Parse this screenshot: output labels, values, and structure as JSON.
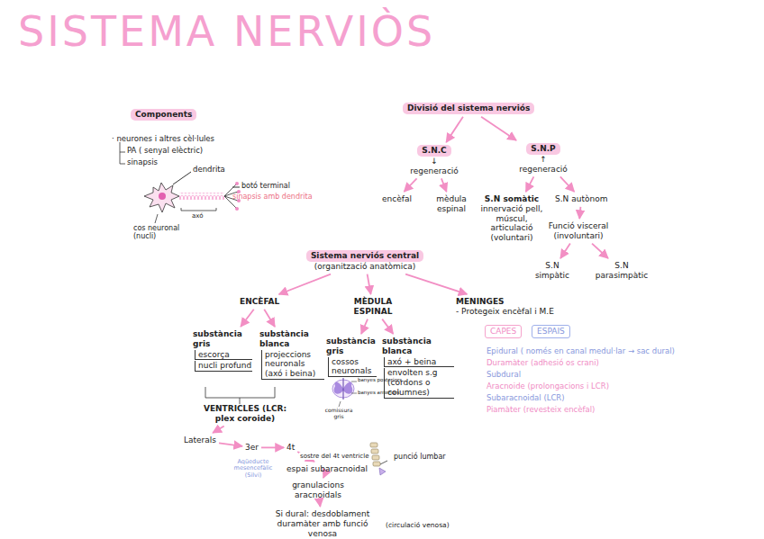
{
  "diagram": {
    "title": "SISTEMA NERVIÒS",
    "nodes": [
      {
        "text": [
          "Components"
        ]
      },
      {
        "text": [
          "Divisió del sistema nerviós"
        ]
      },
      {
        "text": [
          "S.N.C",
          "↓ regeneració"
        ]
      },
      {
        "text": [
          "S.N.P",
          "↑ regeneració"
        ]
      },
      {
        "text": [
          "encèfal"
        ]
      },
      {
        "text": [
          "mèdula espinal"
        ]
      },
      {
        "text": [
          "S.N somàtic",
          "innervació pell, múscul, articulació (voluntari)"
        ]
      },
      {
        "text": [
          "S.N autònom"
        ]
      },
      {
        "text": [
          "Funció visceral (involuntari)"
        ]
      },
      {
        "text": [
          "S.N simpàtic"
        ]
      },
      {
        "text": [
          "S.N parasimpàtic"
        ]
      },
      {
        "text": [
          "Sistema nerviós central",
          "(organització anatòmica)"
        ]
      },
      {
        "text": [
          "ENCÈFAL"
        ]
      },
      {
        "text": [
          "MÈDULA ESPINAL"
        ]
      },
      {
        "text": [
          "MENINGES",
          "- Protegeix encèfal i M.E"
        ]
      },
      {
        "text": [
          "substància gris",
          "escorça",
          "nucli profund"
        ]
      },
      {
        "text": [
          "substància blanca",
          "projeccions neuronals (axó i beina)"
        ]
      },
      {
        "text": [
          "substància gris",
          "cossos neuronals"
        ]
      },
      {
        "text": [
          "substància blanca",
          "axó + beina",
          "envolten s.g (cordons o columnes)"
        ]
      },
      {
        "text": [
          "CAPES"
        ]
      },
      {
        "text": [
          "ESPAIS"
        ]
      },
      {
        "text": [
          "VENTRICLES (LCR: plex coroide)"
        ]
      },
      {
        "text": [
          "Laterals"
        ]
      },
      {
        "text": [
          "3er"
        ]
      },
      {
        "text": [
          "4t"
        ]
      },
      {
        "text": [
          "espai subaracnoidal"
        ]
      },
      {
        "text": [
          "granulacions aracnoidals"
        ]
      },
      {
        "text": [
          "Si dural: desdoblament duramàter amb funció venosa"
        ]
      }
    ],
    "edges": [
      {
        "from": 1,
        "to": 2,
        "arrow": "to"
      },
      {
        "from": 1,
        "to": 3,
        "arrow": "to"
      },
      {
        "from": 2,
        "to": 4,
        "arrow": "to"
      },
      {
        "from": 2,
        "to": 5,
        "arrow": "to"
      },
      {
        "from": 3,
        "to": 6,
        "arrow": "to"
      },
      {
        "from": 3,
        "to": 7,
        "arrow": "to"
      },
      {
        "from": 7,
        "to": 8,
        "arrow": "to"
      },
      {
        "from": 8,
        "to": 9,
        "arrow": "to"
      },
      {
        "from": 8,
        "to": 10,
        "arrow": "to"
      },
      {
        "from": 11,
        "to": 12,
        "arrow": "to"
      },
      {
        "from": 11,
        "to": 13,
        "arrow": "to"
      },
      {
        "from": 11,
        "to": 14,
        "arrow": "to"
      },
      {
        "from": 12,
        "to": 15,
        "arrow": "to"
      },
      {
        "from": 12,
        "to": 16,
        "arrow": "to"
      },
      {
        "from": 13,
        "to": 17,
        "arrow": "to"
      },
      {
        "from": 13,
        "to": 18,
        "arrow": "to"
      },
      {
        "from": 21,
        "to": 22,
        "arrow": "to"
      },
      {
        "from": 22,
        "to": 23,
        "arrow": "to"
      },
      {
        "from": 23,
        "to": 24,
        "arrow": "to"
      },
      {
        "from": 24,
        "to": 25,
        "label": "sostre del 4t ventricle",
        "arrow": "to"
      },
      {
        "from": 25,
        "to": 26,
        "arrow": "to"
      },
      {
        "from": 26,
        "to": 27,
        "arrow": "to"
      }
    ],
    "labels": [
      "· neurones i altres cèl·lules",
      "PA ( senyal elèctric)",
      "sinapsis",
      "dendrita",
      "botó terminal",
      "sinapsis amb dendrita",
      "axó",
      "cos neuronal (nucli)",
      "banyes posteriors",
      "banyes anteriors",
      "comissura gris",
      "Epidural ( només en canal medul·lar → sac dural)",
      "Duramàter (adhesió os crani)",
      "Subdural",
      "Aracnoide (prolongacions i LCR)",
      "Subaracnoidal (LCR)",
      "Piamàter (revesteix encèfal)",
      "Aqüeducte mesencefàlic (Silvi)",
      "punció lumbar",
      "(circulació venosa)"
    ]
  }
}
